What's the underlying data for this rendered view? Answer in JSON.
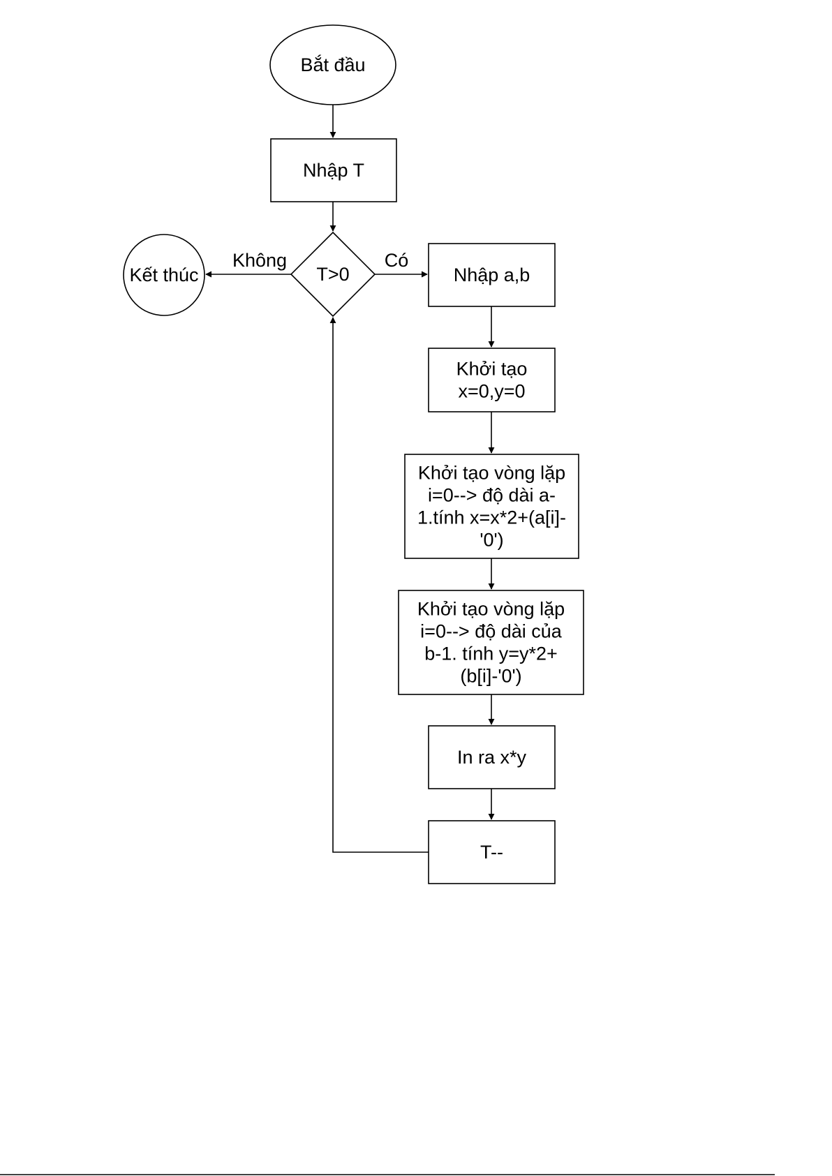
{
  "diagram": {
    "nodes": [
      {
        "id": "start",
        "shape": "ellipse",
        "lines": [
          "Bắt đầu"
        ]
      },
      {
        "id": "input-t",
        "shape": "rect",
        "lines": [
          "Nhập T"
        ]
      },
      {
        "id": "decision",
        "shape": "diamond",
        "lines": [
          "T>0"
        ]
      },
      {
        "id": "end",
        "shape": "ellipse",
        "lines": [
          "Kết thúc"
        ]
      },
      {
        "id": "input-ab",
        "shape": "rect",
        "lines": [
          "Nhập a,b"
        ]
      },
      {
        "id": "init-xy",
        "shape": "rect",
        "lines": [
          "Khởi tạo",
          "x=0,y=0"
        ]
      },
      {
        "id": "loop-a",
        "shape": "rect",
        "lines": [
          "Khởi tạo vòng lặp",
          "i=0--> độ dài a-",
          "1.tính x=x*2+(a[i]-",
          "'0')"
        ]
      },
      {
        "id": "loop-b",
        "shape": "rect",
        "lines": [
          "Khởi tạo vòng lặp",
          "i=0--> độ dài của",
          "b-1. tính y=y*2+",
          "(b[i]-'0')"
        ]
      },
      {
        "id": "print",
        "shape": "rect",
        "lines": [
          "In ra x*y"
        ]
      },
      {
        "id": "decrement",
        "shape": "rect",
        "lines": [
          "T--"
        ]
      }
    ],
    "edges": [
      {
        "from": "start",
        "to": "input-t",
        "label": ""
      },
      {
        "from": "input-t",
        "to": "decision",
        "label": ""
      },
      {
        "from": "decision",
        "to": "end",
        "label": "Không"
      },
      {
        "from": "decision",
        "to": "input-ab",
        "label": "Có"
      },
      {
        "from": "input-ab",
        "to": "init-xy",
        "label": ""
      },
      {
        "from": "init-xy",
        "to": "loop-a",
        "label": ""
      },
      {
        "from": "loop-a",
        "to": "loop-b",
        "label": ""
      },
      {
        "from": "loop-b",
        "to": "print",
        "label": ""
      },
      {
        "from": "print",
        "to": "decrement",
        "label": ""
      },
      {
        "from": "decrement",
        "to": "decision",
        "label": ""
      }
    ]
  }
}
